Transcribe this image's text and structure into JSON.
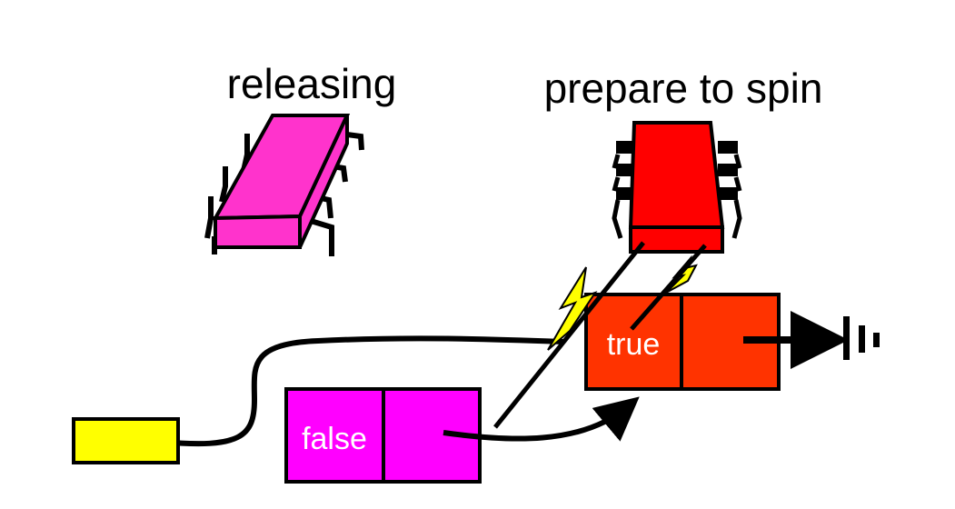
{
  "labels": {
    "releasing": "releasing",
    "prepare_to_spin": "prepare to spin"
  },
  "nodes": {
    "left_node": {
      "value": "false"
    },
    "right_node": {
      "value": "true"
    }
  },
  "colors": {
    "magenta": "#ff00ff",
    "chip_pink": "#ff33cc",
    "red": "#ff0000",
    "orange_red": "#ff3300",
    "yellow": "#ffff00",
    "black": "#000000",
    "white": "#ffffff"
  },
  "icons": [
    "thread-chip-releasing-icon",
    "thread-chip-spinning-icon",
    "lightning-bolt-icon",
    "ground-null-icon"
  ]
}
